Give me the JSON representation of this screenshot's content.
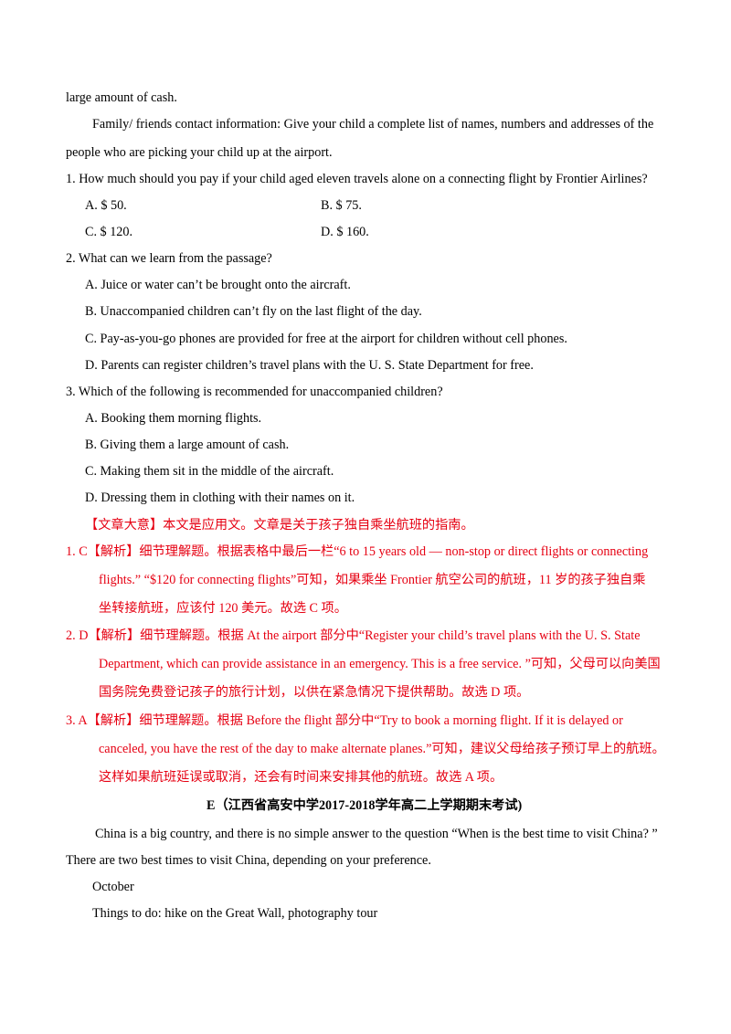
{
  "passage_d": {
    "line_cont": "large amount of cash.",
    "contact_line1": "Family/ friends contact information: Give your child a complete list of names, numbers and addresses of the",
    "contact_line2": "people who are picking your child up at the airport."
  },
  "questions": [
    {
      "stem": "1. How much should you pay if your child aged eleven travels alone on a connecting flight by Frontier Airlines?",
      "options": [
        "A. $ 50.",
        "B. $ 75.",
        "C. $ 120.",
        "D. $ 160."
      ]
    },
    {
      "stem": "2. What can we learn from the passage?",
      "options": [
        "A. Juice or water can’t be brought onto the aircraft.",
        "B. Unaccompanied children can’t fly on the last flight of the day.",
        "C. Pay-as-you-go phones are provided for free at the airport for children without cell phones.",
        "D. Parents can register children’s travel plans with the U. S. State Department for free."
      ]
    },
    {
      "stem": "3. Which of the following is recommended for unaccompanied children?",
      "options": [
        "A. Booking them morning flights.",
        "B. Giving them a large amount of cash.",
        "C. Making them sit in the middle of the aircraft.",
        "D. Dressing them in clothing with their names on it."
      ]
    }
  ],
  "answers": {
    "summary": "【文章大意】本文是应用文。文章是关于孩子独自乘坐航班的指南。",
    "a1": [
      "1. C【解析】细节理解题。根据表格中最后一栏“6 to 15 years old — non-stop or direct flights or connecting",
      "flights.”  “$120 for connecting flights”可知，如果乘坐 Frontier 航空公司的航班，11 岁的孩子独自乘",
      "坐转接航班，应该付 120 美元。故选 C 项。"
    ],
    "a2": [
      "2. D【解析】细节理解题。根据 At the airport 部分中“Register your child’s travel plans with the U. S. State",
      "Department, which can provide assistance in an emergency. This is a free service. ”可知，父母可以向美国",
      "国务院免费登记孩子的旅行计划，以供在紧急情况下提供帮助。故选 D 项。"
    ],
    "a3": [
      "3. A【解析】细节理解题。根据 Before the flight 部分中“Try to book a morning flight. If it is delayed or",
      "canceled, you have the rest of the day to make alternate planes.”可知，建议父母给孩子预订早上的航班。",
      "这样如果航班延误或取消，还会有时间来安排其他的航班。故选 A 项。"
    ]
  },
  "passage_e": {
    "heading": "E（江西省高安中学2017-2018学年高二上学期期末考试)",
    "intro1": "China is a big country, and there is no simple answer to the question “When is the best time to visit China? ”",
    "intro2": "There are two best times to visit China, depending on your preference.",
    "month": "October",
    "things": "Things to do: hike on the Great Wall, photography tour"
  }
}
